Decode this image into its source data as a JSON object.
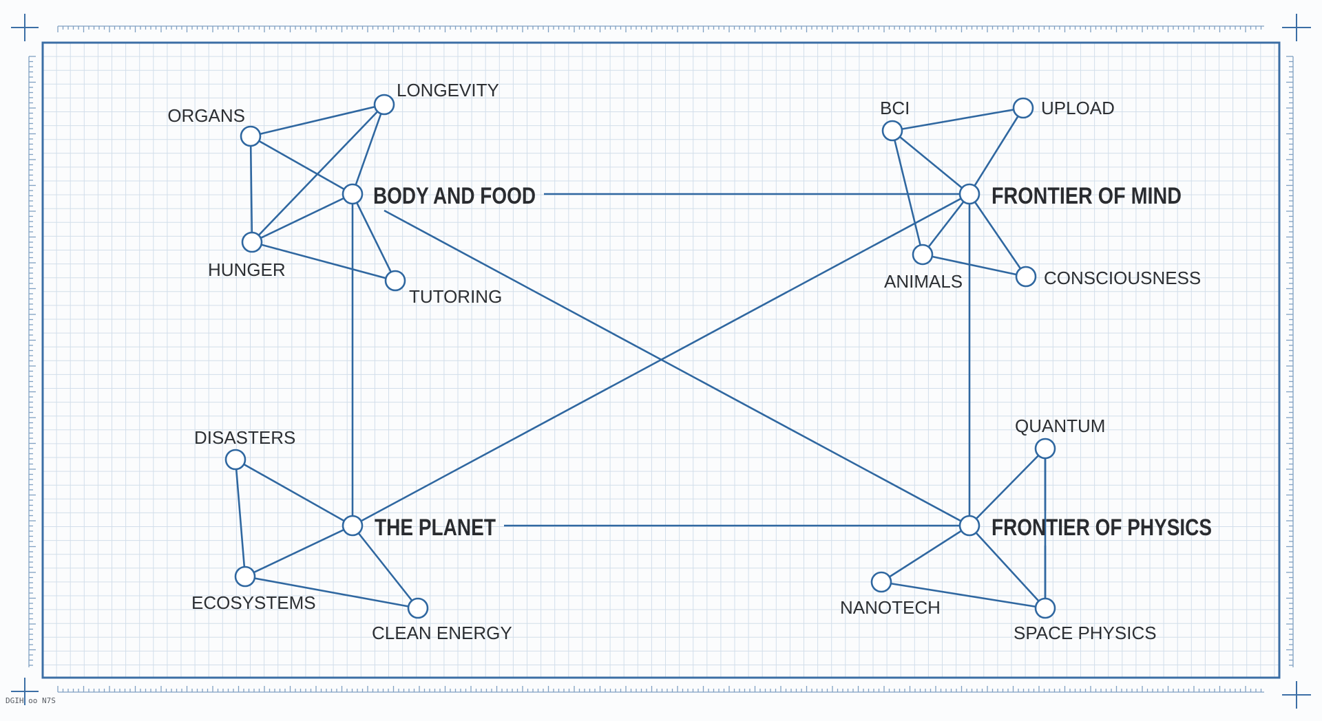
{
  "accent_color": "#2f67a0",
  "grid_color": "#d2deea",
  "corner_mark": "DGIH oo N7S",
  "diagram": {
    "hubs": [
      {
        "id": "body",
        "label": "BODY AND FOOD"
      },
      {
        "id": "mind",
        "label": "FRONTIER OF MIND"
      },
      {
        "id": "planet",
        "label": "THE PLANET"
      },
      {
        "id": "physics",
        "label": "FRONTIER OF PHYSICS"
      }
    ],
    "nodes": [
      {
        "id": "longevity",
        "label": "LONGEVITY"
      },
      {
        "id": "organs",
        "label": "ORGANS"
      },
      {
        "id": "hunger",
        "label": "HUNGER"
      },
      {
        "id": "tutoring",
        "label": "TUTORING"
      },
      {
        "id": "bci",
        "label": "BCI"
      },
      {
        "id": "upload",
        "label": "UPLOAD"
      },
      {
        "id": "animals",
        "label": "ANIMALS"
      },
      {
        "id": "consciousness",
        "label": "CONSCIOUSNESS"
      },
      {
        "id": "disasters",
        "label": "DISASTERS"
      },
      {
        "id": "ecosystems",
        "label": "ECOSYSTEMS"
      },
      {
        "id": "clean_energy",
        "label": "CLEAN ENERGY"
      },
      {
        "id": "quantum",
        "label": "QUANTUM"
      },
      {
        "id": "nanotech",
        "label": "NANOTECH"
      },
      {
        "id": "space_physics",
        "label": "SPACE PHYSICS"
      }
    ],
    "edges": [
      [
        "organs",
        "longevity"
      ],
      [
        "organs",
        "body"
      ],
      [
        "organs",
        "hunger"
      ],
      [
        "longevity",
        "hunger"
      ],
      [
        "longevity",
        "body"
      ],
      [
        "hunger",
        "body"
      ],
      [
        "hunger",
        "tutoring"
      ],
      [
        "body",
        "tutoring"
      ],
      [
        "bci",
        "upload"
      ],
      [
        "bci",
        "mind"
      ],
      [
        "bci",
        "animals"
      ],
      [
        "upload",
        "mind"
      ],
      [
        "mind",
        "animals"
      ],
      [
        "mind",
        "consciousness"
      ],
      [
        "animals",
        "consciousness"
      ],
      [
        "disasters",
        "planet"
      ],
      [
        "disasters",
        "ecosystems"
      ],
      [
        "ecosystems",
        "planet"
      ],
      [
        "ecosystems",
        "clean_energy"
      ],
      [
        "planet",
        "clean_energy"
      ],
      [
        "quantum",
        "physics"
      ],
      [
        "quantum",
        "space_physics"
      ],
      [
        "physics",
        "nanotech"
      ],
      [
        "physics",
        "space_physics"
      ],
      [
        "nanotech",
        "space_physics"
      ],
      [
        "body",
        "mind"
      ],
      [
        "body",
        "planet"
      ],
      [
        "body",
        "physics"
      ],
      [
        "planet",
        "physics"
      ],
      [
        "planet",
        "mind"
      ],
      [
        "mind",
        "physics"
      ]
    ]
  }
}
